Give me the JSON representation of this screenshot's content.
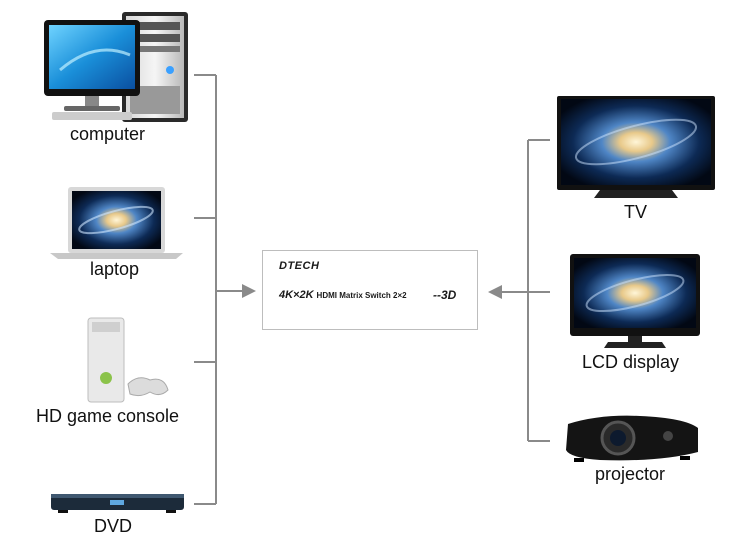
{
  "inputs": [
    {
      "label": "computer",
      "icon": "desktop-computer-icon"
    },
    {
      "label": "laptop",
      "icon": "laptop-icon"
    },
    {
      "label": "HD game console",
      "icon": "game-console-icon"
    },
    {
      "label": "DVD",
      "icon": "dvd-player-icon"
    }
  ],
  "outputs": [
    {
      "label": "TV",
      "icon": "tv-icon"
    },
    {
      "label": "LCD display",
      "icon": "lcd-monitor-icon"
    },
    {
      "label": "projector",
      "icon": "projector-icon"
    }
  ],
  "switch": {
    "brand": "DTECH",
    "model_main": "4K×2K",
    "model_text": "HDMI Matrix Switch 2×2",
    "tag": "3D"
  },
  "colors": {
    "line": "#8a8a8a",
    "arrow": "#8a8a8a",
    "screen": "#0b2a4a"
  }
}
